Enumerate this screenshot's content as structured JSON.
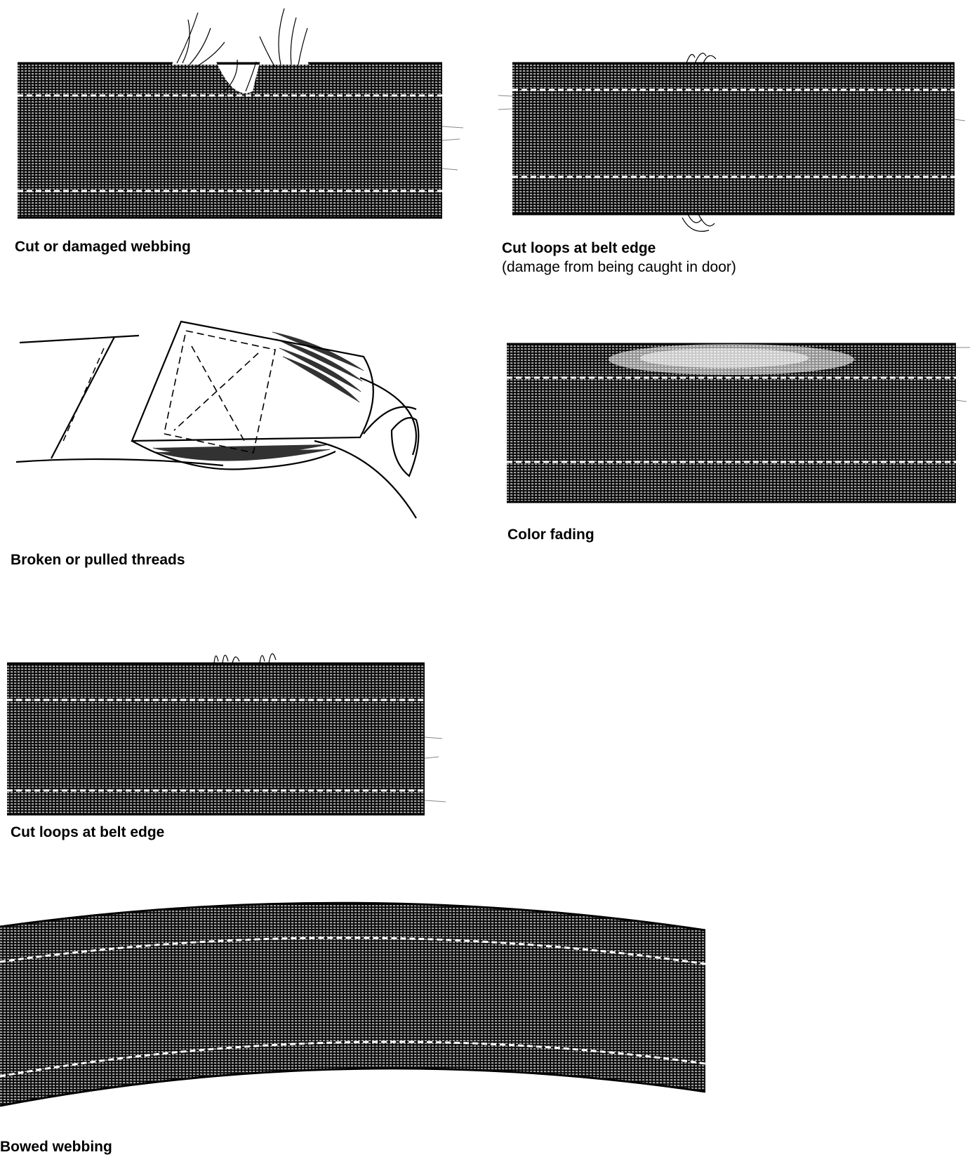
{
  "colors": {
    "ink": "#000000",
    "weave": "#1c1c1c",
    "paper": "#ffffff"
  },
  "figures": [
    {
      "id": "cut-damaged",
      "caption": "Cut or damaged webbing",
      "icon": "webbing-cut-icon"
    },
    {
      "id": "cut-loops-door",
      "caption": "Cut loops at belt edge",
      "subcaption": "(damage from being caught in door)",
      "icon": "webbing-frayed-edge-icon"
    },
    {
      "id": "broken-threads",
      "caption": "Broken or pulled threads",
      "icon": "belt-buckle-stitching-icon"
    },
    {
      "id": "color-fading",
      "caption": "Color fading",
      "icon": "webbing-faded-icon"
    },
    {
      "id": "cut-loops",
      "caption": "Cut loops at belt edge",
      "icon": "webbing-loops-icon"
    },
    {
      "id": "bowed",
      "caption": "Bowed webbing",
      "icon": "webbing-bowed-icon"
    }
  ]
}
